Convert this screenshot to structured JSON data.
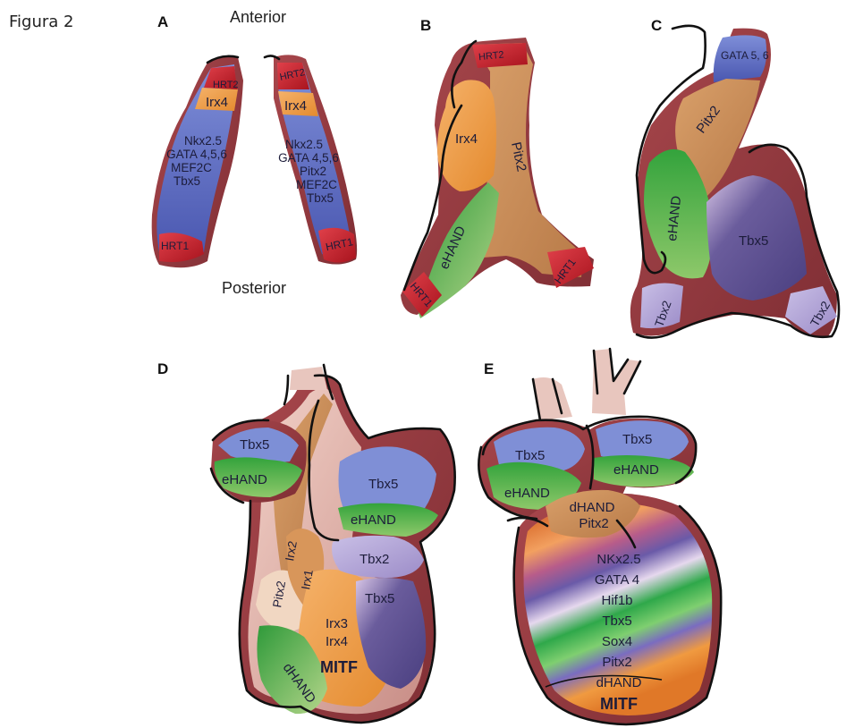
{
  "caption": "Figura 2",
  "panels": {
    "A": {
      "letter": "A",
      "top_label": "Anterior",
      "bottom_label": "Posterior",
      "left": {
        "hrt2": "HRT2",
        "irx": "Irx4",
        "genes": [
          "Nkx2.5",
          "GATA 4,5,6",
          "MEF2C",
          "Tbx5"
        ],
        "hrt1": "HRT1"
      },
      "right": {
        "hrt2": "HRT2",
        "irx": "Irx4",
        "genes": [
          "Nkx2.5",
          "GATA 4,5,6",
          "Pitx2",
          "MEF2C",
          "Tbx5"
        ],
        "hrt1": "HRT1"
      }
    },
    "B": {
      "letter": "B",
      "hrt2": "HRT2",
      "irx": "Irx4",
      "pitx": "Pitx2",
      "ehand": "eHAND",
      "hrt1_left": "HRT1",
      "hrt1_right": "HRT1"
    },
    "C": {
      "letter": "C",
      "gata": "GATA  5, 6",
      "pitx": "Pitx2",
      "ehand": "eHAND",
      "tbx5": "Tbx5",
      "tbx2_left": "Tbx2",
      "tbx2_right": "Tbx2"
    },
    "D": {
      "letter": "D",
      "tbx5_left": "Tbx5",
      "ehand_left": "eHAND",
      "tbx5_right": "Tbx5",
      "ehand_right": "eHAND",
      "tbx2": "Tbx2",
      "tbx5_lower": "Tbx5",
      "pitx": "Pitx2",
      "irx2": "Irx2",
      "irx1": "Irx1",
      "genes": [
        "Irx3",
        "Irx4"
      ],
      "mitf": "MITF",
      "dhand": "dHAND"
    },
    "E": {
      "letter": "E",
      "tbx5_left": "Tbx5",
      "ehand_left": "eHAND",
      "tbx5_right": "Tbx5",
      "ehand_right": "eHAND",
      "dhand_pitx": [
        "dHAND",
        "Pitx2"
      ],
      "genes": [
        "NKx2.5",
        "GATA 4",
        "Hif1b",
        "Tbx5",
        "Sox4",
        "Pitx2",
        "dHAND"
      ],
      "mitf": "MITF"
    }
  },
  "colors": {
    "blue": "#5f6fc4",
    "orange": "#ee9a3a",
    "red": "#c21f2a",
    "green": "#4fae48",
    "tan": "#c98e58",
    "purple": "#574a8c",
    "lavender": "#b9acdc",
    "maroon": "#9a3a3e",
    "pink": "#e8b8b0"
  }
}
